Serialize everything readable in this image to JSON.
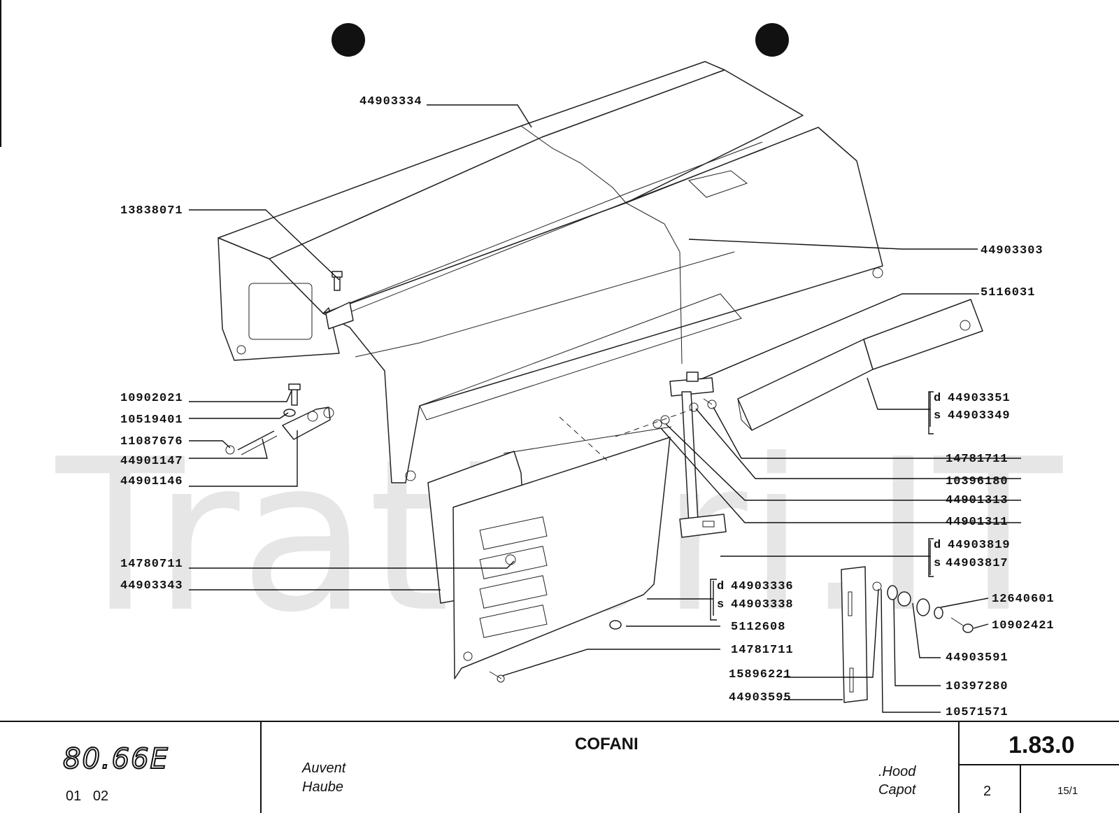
{
  "labels": {
    "p44903334": "44903334",
    "p13838071": "13838071",
    "p44903303": "44903303",
    "p5116031": "5116031",
    "p10902021": "10902021",
    "p10519401": "10519401",
    "p11087676": "11087676",
    "p44901147": "44901147",
    "p44901146": "44901146",
    "p44903351": "44903351",
    "p44903349": "44903349",
    "p14781711a": "14781711",
    "p10396180": "10396180",
    "p44901313": "44901313",
    "p44901311": "44901311",
    "p44903819": "44903819",
    "p44903817": "44903817",
    "p14780711": "14780711",
    "p44903343": "44903343",
    "p44903336": "44903336",
    "p44903338": "44903338",
    "p5112608": "5112608",
    "p14781711b": "14781711",
    "p15896221": "15896221",
    "p44903595": "44903595",
    "p12640601": "12640601",
    "p10902421": "10902421",
    "p44903591": "44903591",
    "p10397280": "10397280",
    "p10571571": "10571571",
    "side_d": "d",
    "side_s": "s"
  },
  "watermark": "Trattori.IT",
  "footer": {
    "model": "80.66E",
    "codes": "01   02",
    "title": "COFANI",
    "fr": "Auvent",
    "de": "Haube",
    "en": ".Hood",
    "fr2": "Capot",
    "section": "1.83.0",
    "page": "2",
    "ref": "15/1"
  }
}
